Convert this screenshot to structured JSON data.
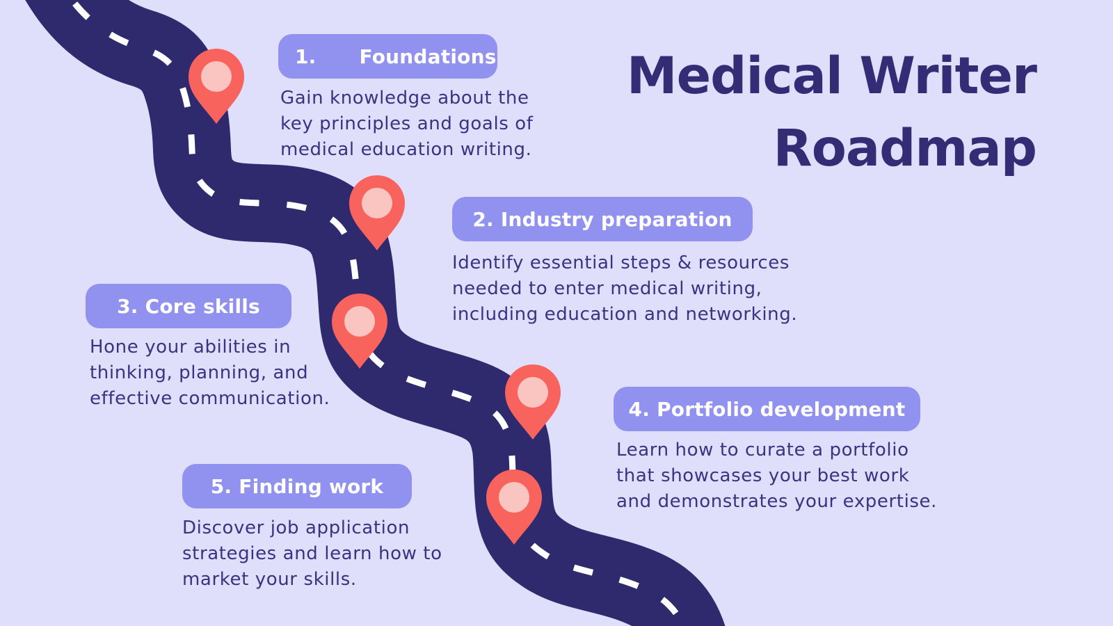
{
  "title": {
    "line1": "Medical Writer",
    "line2": "Roadmap"
  },
  "steps": [
    {
      "number": "1.",
      "title": "Foundations",
      "description": "Gain knowledge about the\nkey principles and goals of\nmedical education writing."
    },
    {
      "number": "2.",
      "title": "Industry preparation",
      "description": "Identify essential steps & resources\nneeded to enter medical writing,\nincluding education and networking."
    },
    {
      "number": "3.",
      "title": "Core skills",
      "description": "Hone your abilities in\nthinking, planning, and\neffective communication."
    },
    {
      "number": "4.",
      "title": "Portfolio development",
      "description": "Learn how to curate a portfolio\nthat showcases your best work\nand demonstrates your expertise."
    },
    {
      "number": "5.",
      "title": "Finding work",
      "description": "Discover job application\nstrategies and learn how to\nmarket your skills."
    }
  ],
  "colors": {
    "background": "#dfdefb",
    "road": "#2e2a6d",
    "road_dash": "#ffffff",
    "pill_background": "#9191ef",
    "pill_text": "#ffffff",
    "title_text": "#342d75",
    "body_text": "#3b3382",
    "pin_body": "#f8635e",
    "pin_inner": "#fac5c1"
  }
}
